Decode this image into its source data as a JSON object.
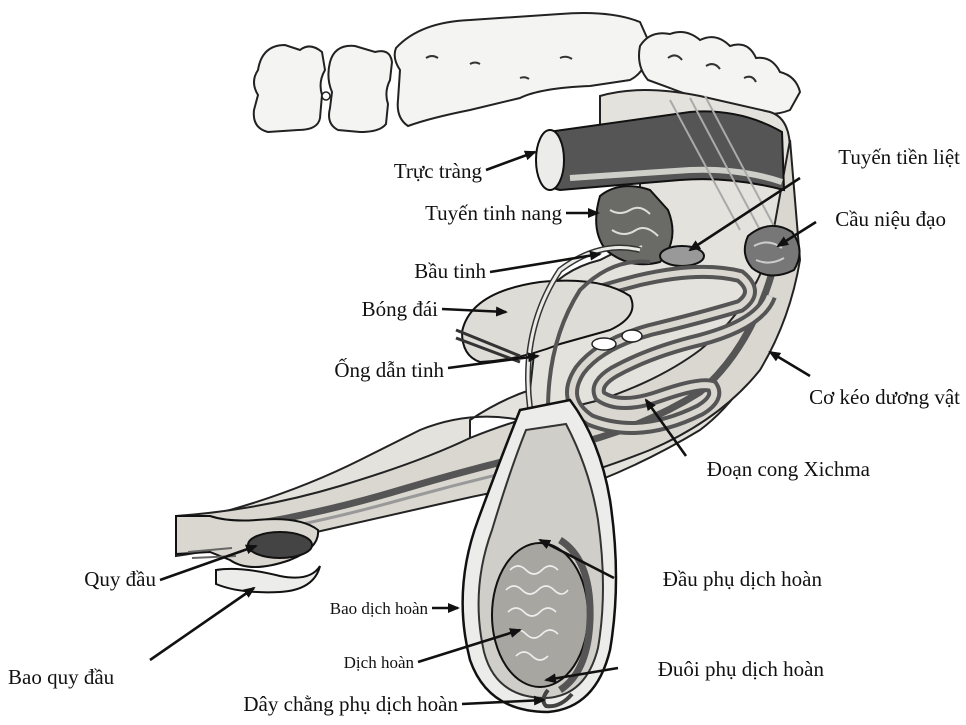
{
  "labels": {
    "truc_trang": "Trực tràng",
    "tuyen_tinh_nang": "Tuyến tinh nang",
    "bau_tinh": "Bầu tinh",
    "bong_dai": "Bóng đái",
    "ong_dan_tinh": "Ống dẫn tinh",
    "quy_dau": "Quy đầu",
    "bao_quy_dau": "Bao quy đầu",
    "bao_dich_hoan": "Bao dịch hoàn",
    "dich_hoan": "Dịch hoàn",
    "day_chang": "Dây chằng phụ dịch hoàn",
    "tuyen_tien_liet": "Tuyến tiền liệt",
    "cau_nieu_dao": "Cầu niệu đạo",
    "co_keo": "Cơ kéo dương vật",
    "doan_cong": "Đoạn cong Xichma",
    "dau_phu": "Đầu phụ dịch hoàn",
    "duoi_phu": "Đuôi phụ dịch hoàn"
  },
  "colors": {
    "bone": "#f4f4f2",
    "tissue": "#e4e2dc",
    "dark": "#333333",
    "mid": "#8a8a86",
    "organ": "#b8b6b0"
  }
}
